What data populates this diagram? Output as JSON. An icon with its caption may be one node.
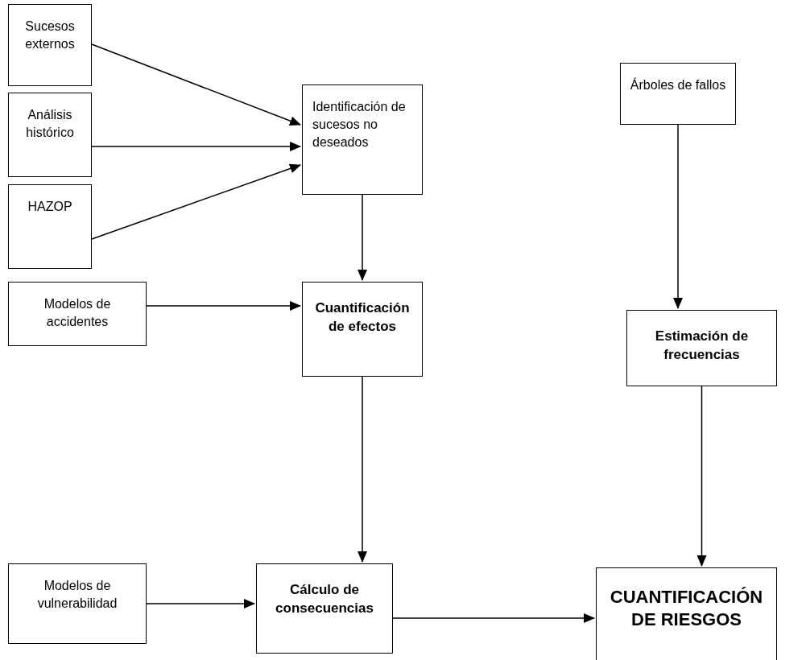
{
  "diagram": {
    "nodes": [
      {
        "text": [
          "Sucesos externos"
        ]
      },
      {
        "text": [
          "Análisis histórico"
        ]
      },
      {
        "text": [
          "HAZOP"
        ]
      },
      {
        "text": [
          "Identificación de sucesos no deseados"
        ]
      },
      {
        "text": [
          "Árboles de fallos"
        ]
      },
      {
        "text": [
          "Modelos de accidentes"
        ]
      },
      {
        "text": [
          "Cuantificación de efectos"
        ]
      },
      {
        "text": [
          "Estimación de frecuencias"
        ]
      },
      {
        "text": [
          "Modelos de vulnerabilidad"
        ]
      },
      {
        "text": [
          "Cálculo de consecuencias"
        ]
      },
      {
        "text": [
          "CUANTIFICACIÓN DE RIESGOS"
        ]
      }
    ],
    "edges": [
      {
        "from": 0,
        "to": 3,
        "arrow": "to"
      },
      {
        "from": 1,
        "to": 3,
        "arrow": "to"
      },
      {
        "from": 2,
        "to": 3,
        "arrow": "to"
      },
      {
        "from": 3,
        "to": 6,
        "arrow": "to"
      },
      {
        "from": 5,
        "to": 6,
        "arrow": "to"
      },
      {
        "from": 6,
        "to": 9,
        "arrow": "to"
      },
      {
        "from": 8,
        "to": 9,
        "arrow": "to"
      },
      {
        "from": 9,
        "to": 10,
        "arrow": "to"
      },
      {
        "from": 4,
        "to": 7,
        "arrow": "to"
      },
      {
        "from": 7,
        "to": 10,
        "arrow": "to"
      }
    ]
  }
}
